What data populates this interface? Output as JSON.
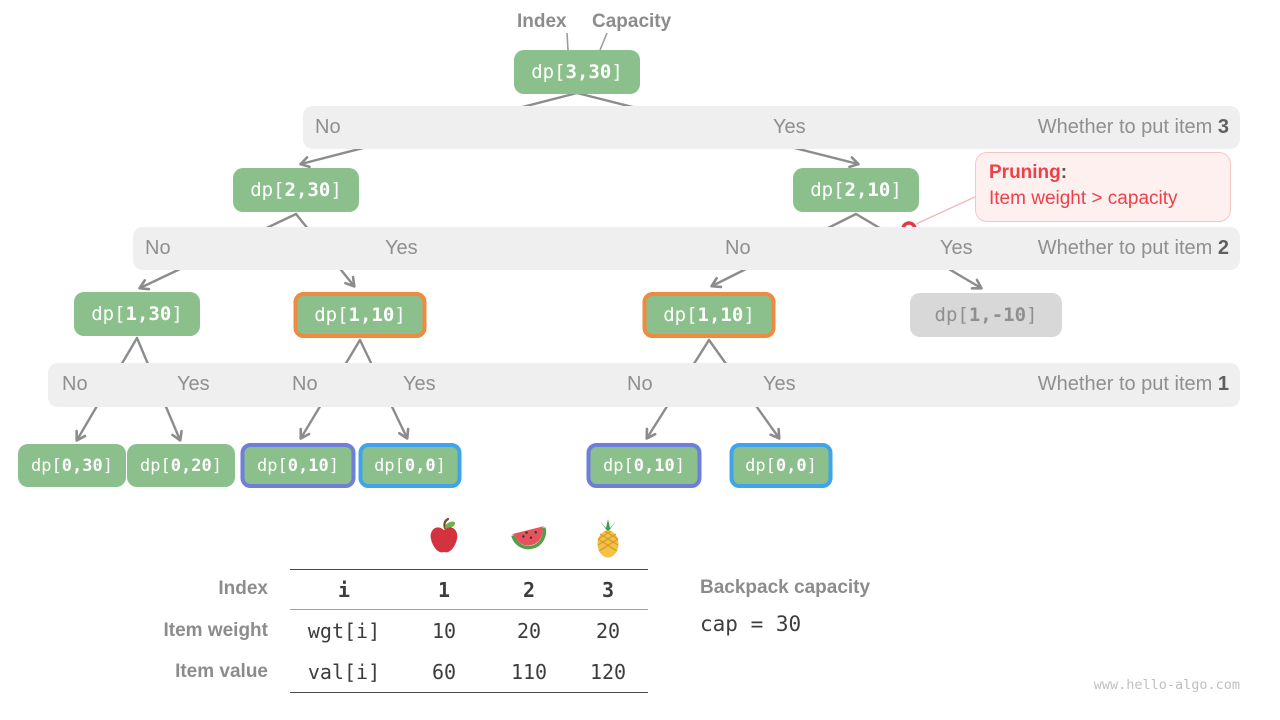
{
  "pointers": {
    "index_label": "Index",
    "capacity_label": "Capacity"
  },
  "nodes": {
    "root": {
      "prefix": "dp[",
      "args": "3,30",
      "suffix": "]"
    },
    "n230": {
      "prefix": "dp[",
      "args": "2,30",
      "suffix": "]"
    },
    "n210": {
      "prefix": "dp[",
      "args": "2,10",
      "suffix": "]"
    },
    "n130": {
      "prefix": "dp[",
      "args": "1,30",
      "suffix": "]"
    },
    "n110a": {
      "prefix": "dp[",
      "args": "1,10",
      "suffix": "]"
    },
    "n110b": {
      "prefix": "dp[",
      "args": "1,10",
      "suffix": "]"
    },
    "n1m10": {
      "prefix": "dp[",
      "args": "1,-10",
      "suffix": "]"
    },
    "n030": {
      "prefix": "dp[",
      "args": "0,30",
      "suffix": "]"
    },
    "n020": {
      "prefix": "dp[",
      "args": "0,20",
      "suffix": "]"
    },
    "n010a": {
      "prefix": "dp[",
      "args": "0,10",
      "suffix": "]"
    },
    "n000a": {
      "prefix": "dp[",
      "args": "0,0",
      "suffix": "]"
    },
    "n010b": {
      "prefix": "dp[",
      "args": "0,10",
      "suffix": "]"
    },
    "n000b": {
      "prefix": "dp[",
      "args": "0,0",
      "suffix": "]"
    }
  },
  "bands": {
    "item3": {
      "labels": [
        "No",
        "Yes"
      ],
      "question": "Whether to put item ",
      "item": "3"
    },
    "item2": {
      "labels": [
        "No",
        "Yes",
        "No",
        "Yes"
      ],
      "question": "Whether to put item ",
      "item": "2"
    },
    "item1": {
      "labels": [
        "No",
        "Yes",
        "No",
        "Yes",
        "No",
        "Yes"
      ],
      "question": "Whether to put item ",
      "item": "1"
    }
  },
  "pruning": {
    "title": "Pruning",
    "colon": ":",
    "detail": "Item weight > capacity"
  },
  "table": {
    "icons": [
      "apple",
      "watermelon",
      "pineapple"
    ],
    "rows": [
      {
        "label": "Index",
        "cells": [
          "i",
          "1",
          "2",
          "3"
        ]
      },
      {
        "label": "Item weight",
        "cells": [
          "wgt[i]",
          "10",
          "20",
          "20"
        ]
      },
      {
        "label": "Item value",
        "cells": [
          "val[i]",
          "60",
          "110",
          "120"
        ]
      }
    ]
  },
  "capacity": {
    "label": "Backpack capacity",
    "value": "cap = 30"
  },
  "watermark": "www.hello-algo.com",
  "colors": {
    "node_green": "#8bbf8b",
    "border_orange": "#ef8b41",
    "border_purple": "#6e7ed9",
    "border_blue": "#3fa4ea",
    "band_gray": "#efefef",
    "node_gray": "#d8d8d8",
    "arrow_gray": "#8c8c8c",
    "pruning_red": "#ec4149",
    "pruning_bg": "#fdf0ef"
  }
}
